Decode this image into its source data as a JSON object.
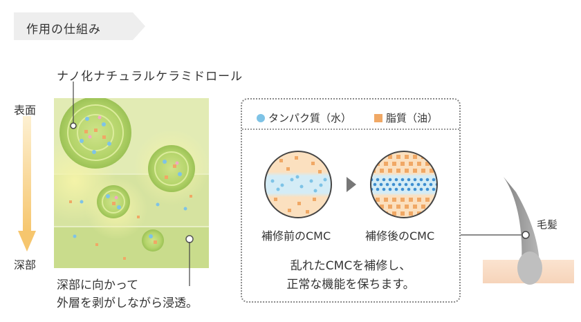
{
  "header": {
    "tag": "作用の仕組み"
  },
  "left_diagram": {
    "nano_label": "ナノ化ナチュラルケラミドロール",
    "surface_label": "表面",
    "deep_label": "深部",
    "caption": "深部に向かって\n外層を剥がしながら浸透。"
  },
  "legend": {
    "protein": "タンパク質（水）",
    "lipid": "脂質（油）",
    "protein_color": "#7ec3e6",
    "lipid_color": "#f0a865"
  },
  "circles": {
    "before_label": "補修前のCMC",
    "after_label": "補修後のCMC"
  },
  "right_caption": "乱れたCMCを補修し、\n正常な機能を保ちます。",
  "hair_label": "毛髪",
  "colors": {
    "green_bg": "#d7e49a",
    "arrow": "#f7cf7e"
  }
}
